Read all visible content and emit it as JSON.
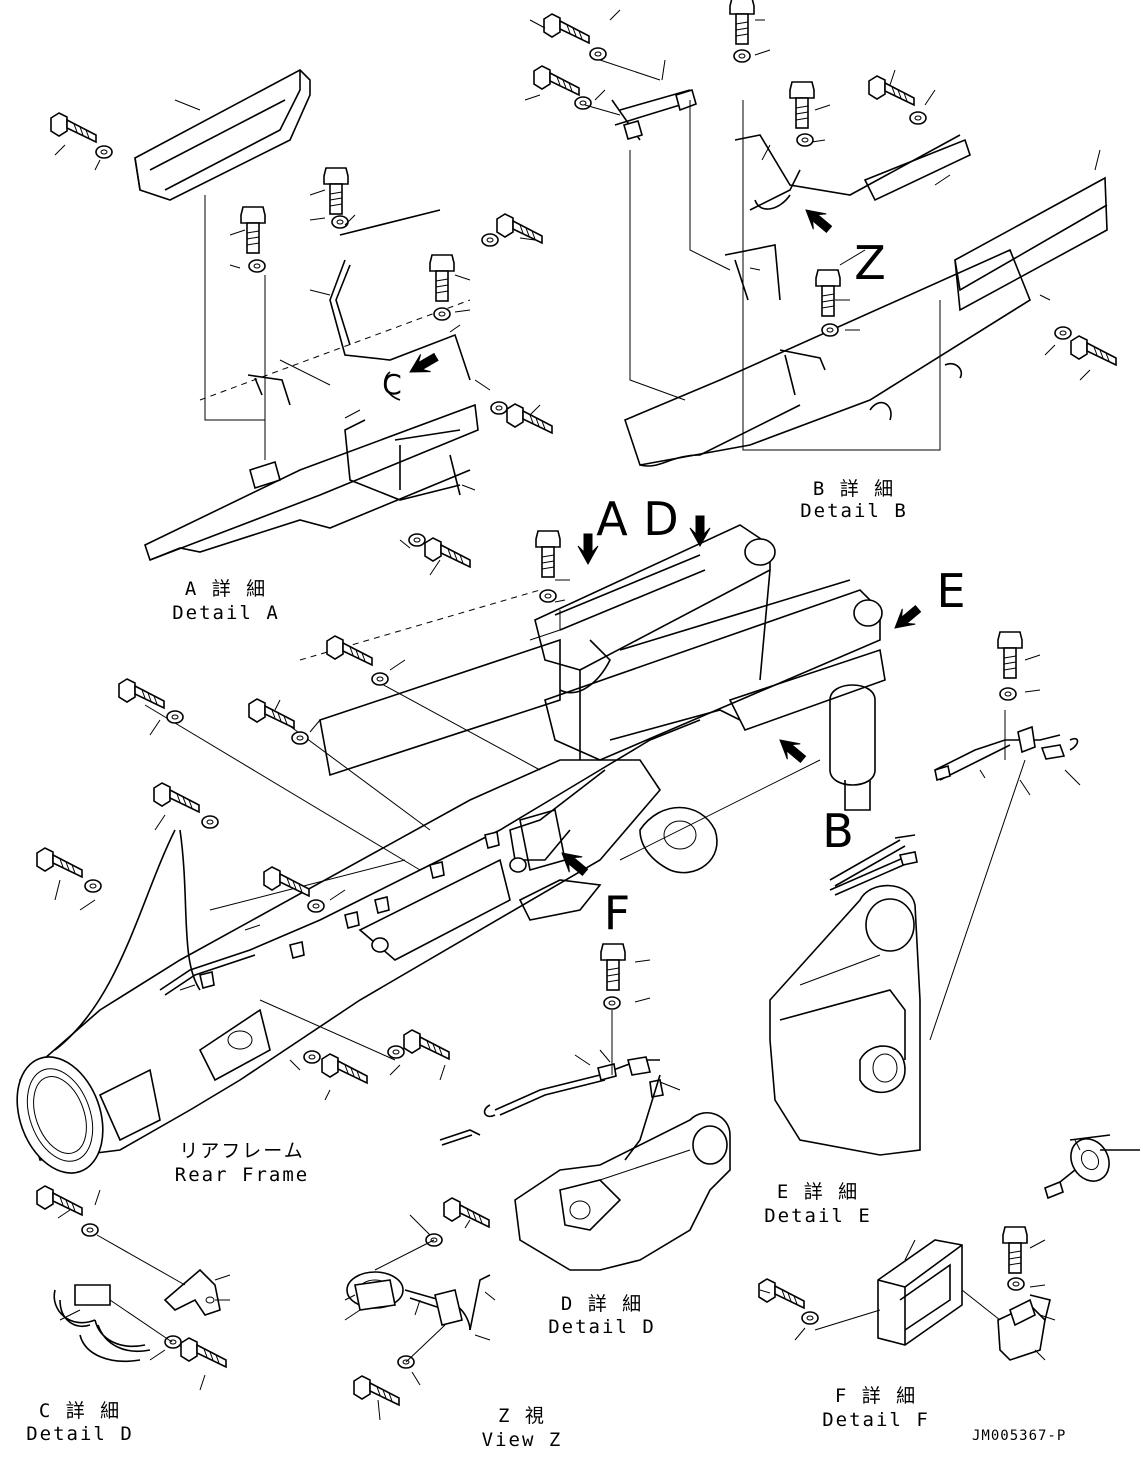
{
  "labels": {
    "detail_a_jp": "A 詳 細",
    "detail_a_en": "Detail A",
    "detail_b_jp": "B 詳 細",
    "detail_b_en": "Detail B",
    "detail_c_jp": "C 詳 細",
    "detail_c_en": "Detail D",
    "detail_d_jp": "D 詳 細",
    "detail_d_en": "Detail D",
    "detail_e_jp": "E 詳 細",
    "detail_e_en": "Detail E",
    "detail_f_jp": "F 詳 細",
    "detail_f_en": "Detail F",
    "view_z_jp": "Z 視",
    "view_z_en": "View Z",
    "rear_frame_jp": "リアフレーム",
    "rear_frame_en": "Rear Frame"
  },
  "callouts": {
    "a": "A",
    "b": "B",
    "d": "D",
    "e": "E",
    "f": "F",
    "z": "Z",
    "c_mark": "C"
  },
  "drawing_code": "JM005367-P"
}
